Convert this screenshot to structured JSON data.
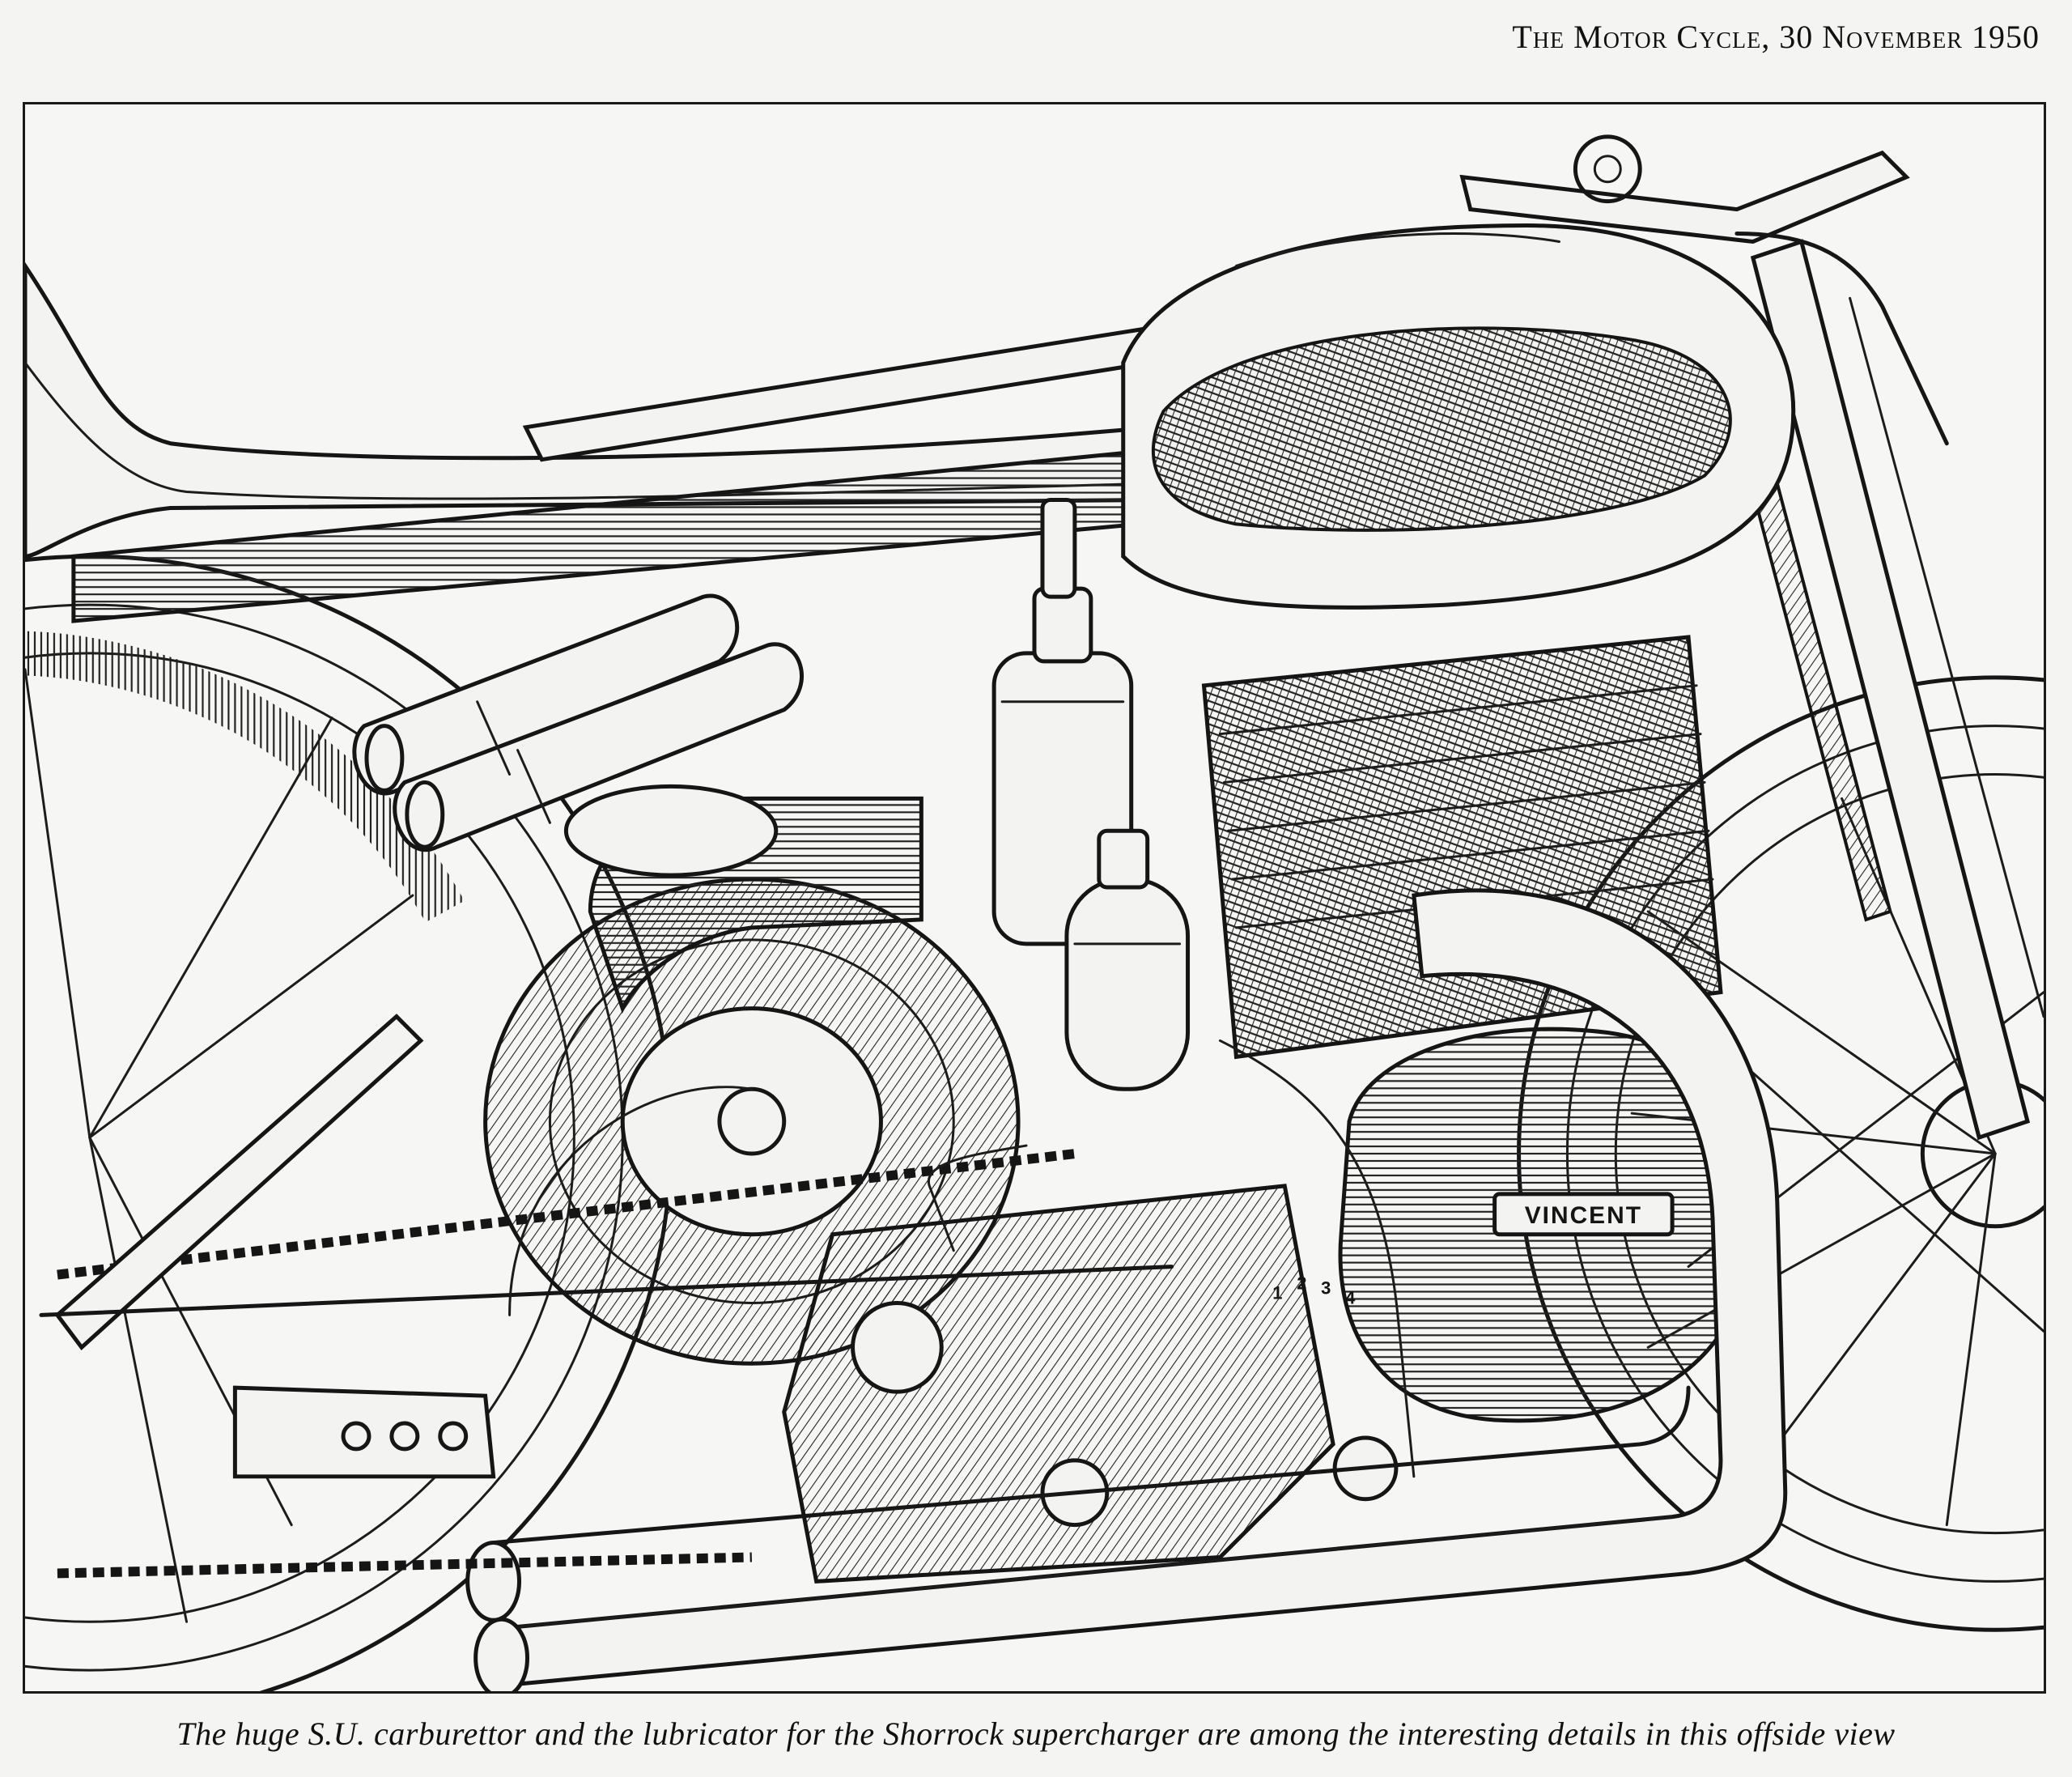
{
  "header": {
    "running_head": "The Motor Cycle, 30 November 1950"
  },
  "illustration": {
    "badge_text": "VINCENT",
    "gear_marks": [
      "1",
      "2",
      "3",
      "4"
    ]
  },
  "caption": {
    "text": "The huge S.U. carburettor and the lubricator for the Shorrock supercharger are among the interesting details in this offside view"
  }
}
